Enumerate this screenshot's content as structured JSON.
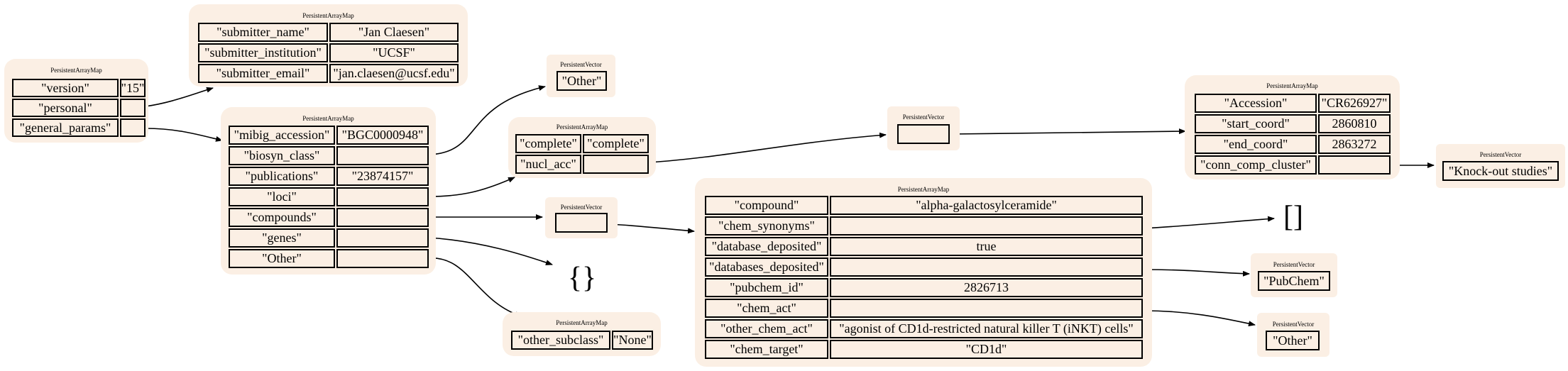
{
  "node_type_labels": {
    "map": "PersistentArrayMap",
    "vector": "PersistentVector"
  },
  "root": {
    "type": "PersistentArrayMap",
    "rows": [
      {
        "key": "\"version\"",
        "value": "\"15\""
      },
      {
        "key": "\"personal\"",
        "value": ""
      },
      {
        "key": "\"general_params\"",
        "value": ""
      }
    ]
  },
  "personal": {
    "type": "PersistentArrayMap",
    "rows": [
      {
        "key": "\"submitter_name\"",
        "value": "\"Jan Claesen\""
      },
      {
        "key": "\"submitter_institution\"",
        "value": "\"UCSF\""
      },
      {
        "key": "\"submitter_email\"",
        "value": "\"jan.claesen@ucsf.edu\""
      }
    ]
  },
  "general_params": {
    "type": "PersistentArrayMap",
    "rows": [
      {
        "key": "\"mibig_accession\"",
        "value": "\"BGC0000948\""
      },
      {
        "key": "\"biosyn_class\"",
        "value": ""
      },
      {
        "key": "\"publications\"",
        "value": "\"23874157\""
      },
      {
        "key": "\"loci\"",
        "value": ""
      },
      {
        "key": "\"compounds\"",
        "value": ""
      },
      {
        "key": "\"genes\"",
        "value": ""
      },
      {
        "key": "\"Other\"",
        "value": ""
      }
    ]
  },
  "biosyn_class": {
    "type": "PersistentVector",
    "items": [
      "\"Other\""
    ]
  },
  "loci": {
    "type": "PersistentArrayMap",
    "rows": [
      {
        "key": "\"complete\"",
        "value": "\"complete\""
      },
      {
        "key": "\"nucl_acc\"",
        "value": ""
      }
    ]
  },
  "compounds_vector": {
    "type": "PersistentVector",
    "items": [
      ""
    ]
  },
  "genes_literal": "{}",
  "other_map": {
    "type": "PersistentArrayMap",
    "rows": [
      {
        "key": "\"other_subclass\"",
        "value": "\"None\""
      }
    ]
  },
  "nucl_acc_vector": {
    "type": "PersistentVector",
    "items": [
      ""
    ]
  },
  "accession_map": {
    "type": "PersistentArrayMap",
    "rows": [
      {
        "key": "\"Accession\"",
        "value": "\"CR626927\""
      },
      {
        "key": "\"start_coord\"",
        "value": "2860810"
      },
      {
        "key": "\"end_coord\"",
        "value": "2863272"
      },
      {
        "key": "\"conn_comp_cluster\"",
        "value": ""
      }
    ]
  },
  "conn_comp_vector": {
    "type": "PersistentVector",
    "items": [
      "\"Knock-out studies\""
    ]
  },
  "compound_map": {
    "type": "PersistentArrayMap",
    "rows": [
      {
        "key": "\"compound\"",
        "value": "\"alpha-galactosylceramide\""
      },
      {
        "key": "\"chem_synonyms\"",
        "value": ""
      },
      {
        "key": "\"database_deposited\"",
        "value": "true"
      },
      {
        "key": "\"databases_deposited\"",
        "value": ""
      },
      {
        "key": "\"pubchem_id\"",
        "value": "2826713"
      },
      {
        "key": "\"chem_act\"",
        "value": ""
      },
      {
        "key": "\"other_chem_act\"",
        "value": "\"agonist of CD1d-restricted natural killer T (iNKT) cells\""
      },
      {
        "key": "\"chem_target\"",
        "value": "\"CD1d\""
      }
    ]
  },
  "chem_synonyms_literal": "[]",
  "databases_vector": {
    "type": "PersistentVector",
    "items": [
      "\"PubChem\""
    ]
  },
  "chem_act_vector": {
    "type": "PersistentVector",
    "items": [
      "\"Other\""
    ]
  }
}
